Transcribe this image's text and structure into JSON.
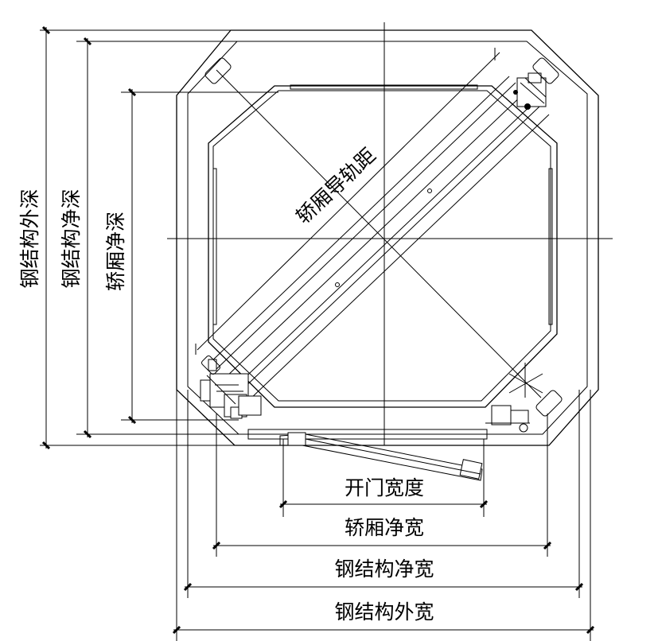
{
  "labels": {
    "door_width": "开门宽度",
    "car_clear_width": "轿厢净宽",
    "steel_clear_width": "钢结构净宽",
    "steel_outer_width": "钢结构外宽",
    "steel_outer_depth": "钢结构外深",
    "steel_clear_depth": "钢结构净深",
    "car_clear_depth": "轿厢净深",
    "car_rail_distance": "轿厢导轨距"
  },
  "colors": {
    "line": "#000000",
    "background": "#ffffff"
  }
}
